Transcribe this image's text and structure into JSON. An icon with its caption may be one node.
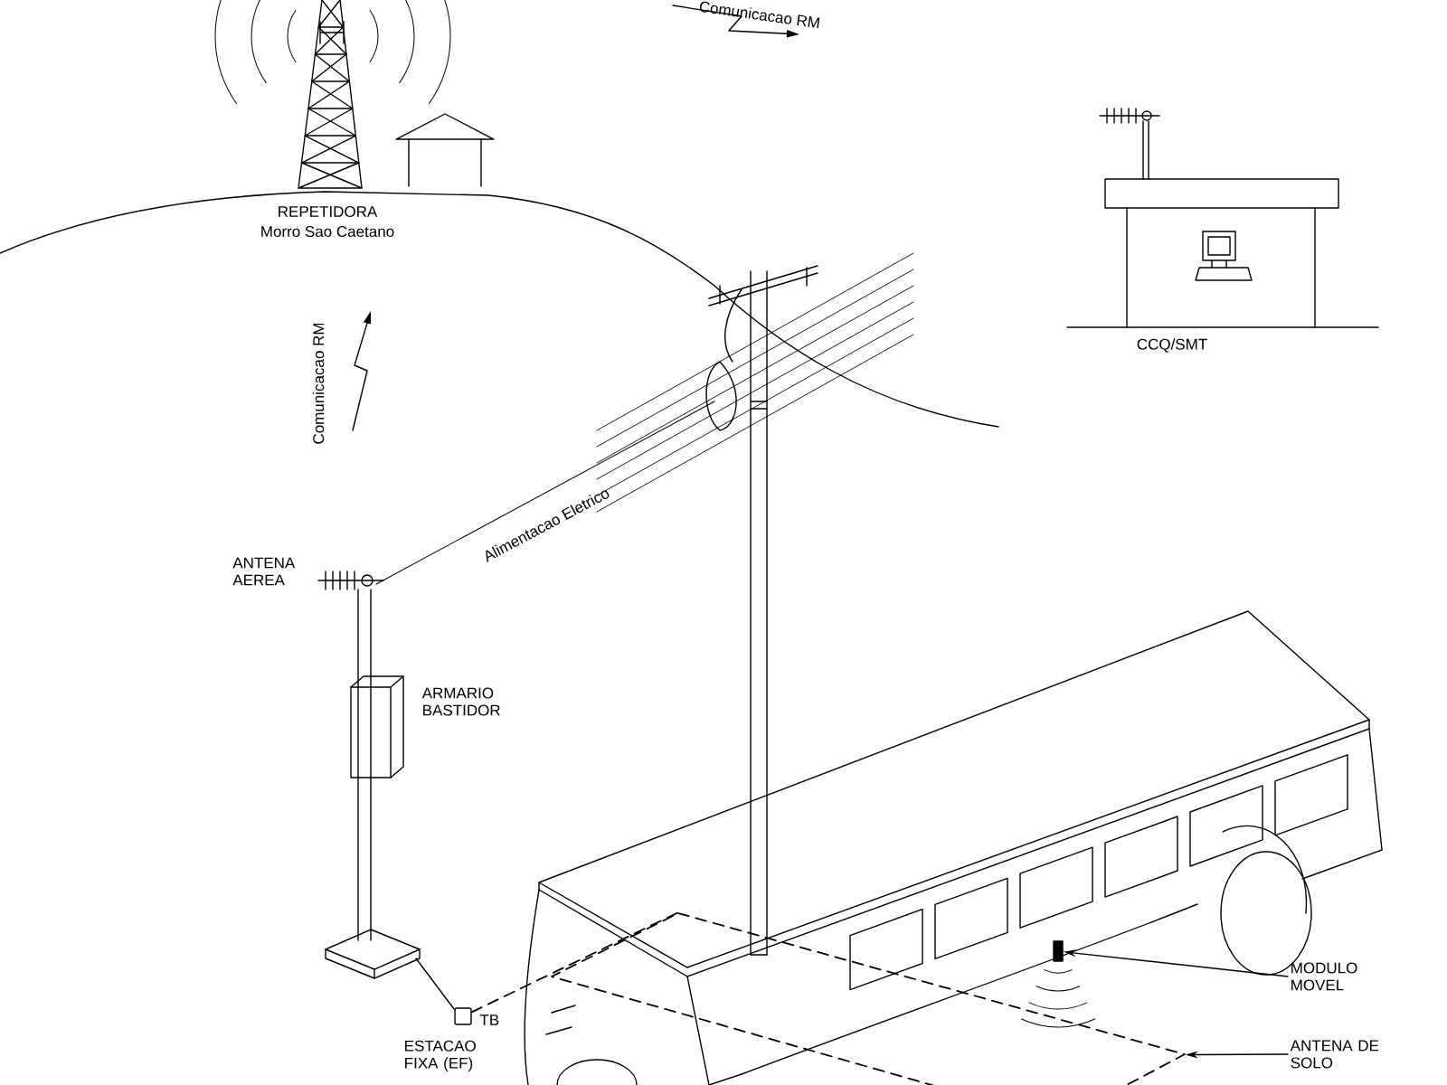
{
  "diagram": {
    "nodes": [
      {
        "text": [],
        "shape": "box",
        "beside": [
          "TB"
        ]
      },
      {
        "text": [
          "MODULO MOVEL"
        ]
      },
      {
        "text": [],
        "shape": "box"
      },
      {
        "text": [
          "ANTENA DE SOLO"
        ]
      },
      {
        "text": [],
        "shape": "box"
      }
    ],
    "edges": [
      {
        "from": 0,
        "to": 4,
        "arrow": "none",
        "style": "dashed"
      },
      {
        "from": 1,
        "to": 2,
        "arrow": "to"
      },
      {
        "from": 3,
        "to": 4,
        "arrow": "to"
      }
    ],
    "labels": [
      "Comunicacao RM",
      "REPETIDORA",
      "Morro Sao Caetano",
      "CCQ/SMT",
      "Comunicacao RM",
      "Alimentacao Eletrico",
      "ANTENA AEREA",
      "ARMARIO BASTIDOR",
      "ESTACAO FIXA (EF)"
    ]
  }
}
